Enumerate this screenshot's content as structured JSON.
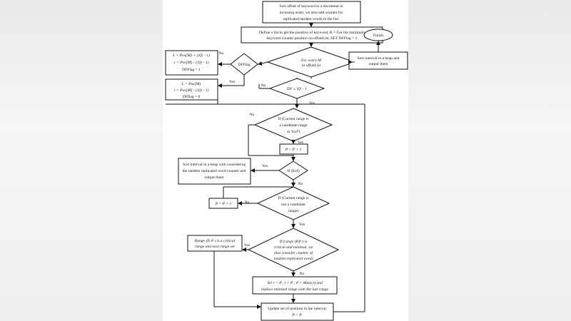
{
  "flow": {
    "start": [
      "Sort offset of keyword  in a document in",
      "incresing order, we also add counter for",
      "replicated tandem words to the list."
    ],
    "define": [
      "Define a list to get the position of keyword, R = Get the minimum",
      "keyword counter position on offsetList, SET DFFlag = 1"
    ],
    "finish": "Finish",
    "for_every": [
      "For every M",
      "in offsetList"
    ],
    "sort_heap_top": [
      "Sort interval in a heap and",
      "output them"
    ],
    "dfflag": "DFFlag",
    "box_no": [
      "L = Pos[M] + (|Q| - 1)",
      "r = Pos[M] - (|Q| - 1)",
      "DFFlag = 1"
    ],
    "box_yes": [
      "L = Pos[M]",
      "r = Pos[M] - (|Q| - 1)",
      "DFflag = 0"
    ],
    "df_cond": "DF ≥ |Q| - 1",
    "cand": [
      "If (Current range is",
      "a candidate range",
      "or 'Eof')"
    ],
    "pinc1": "P = P + 1",
    "sort_heap_mid": [
      "Sort interval in a heap with considering",
      "the tandem replicated word counter and",
      "output them"
    ],
    "eof": "If (Eof)",
    "notcand": [
      "If (Current range is",
      "not a candidate",
      "range)"
    ],
    "pinc2": "P = P + 1",
    "range_box": [
      "Range (P, P ) is a critical",
      "range and next range set"
    ],
    "critical": [
      "If (range (P,P ) is",
      "critical and minimal, we",
      "also consider counter of",
      "tandem replicated word)"
    ],
    "set_r": [
      "Set r = P   , l = P ; P = Min(r,l) and",
      "replace minimal range with the last range"
    ],
    "update": [
      "Update set of position in the interval",
      "P = P"
    ],
    "labels": {
      "no": "No",
      "yes": "Yes"
    }
  }
}
